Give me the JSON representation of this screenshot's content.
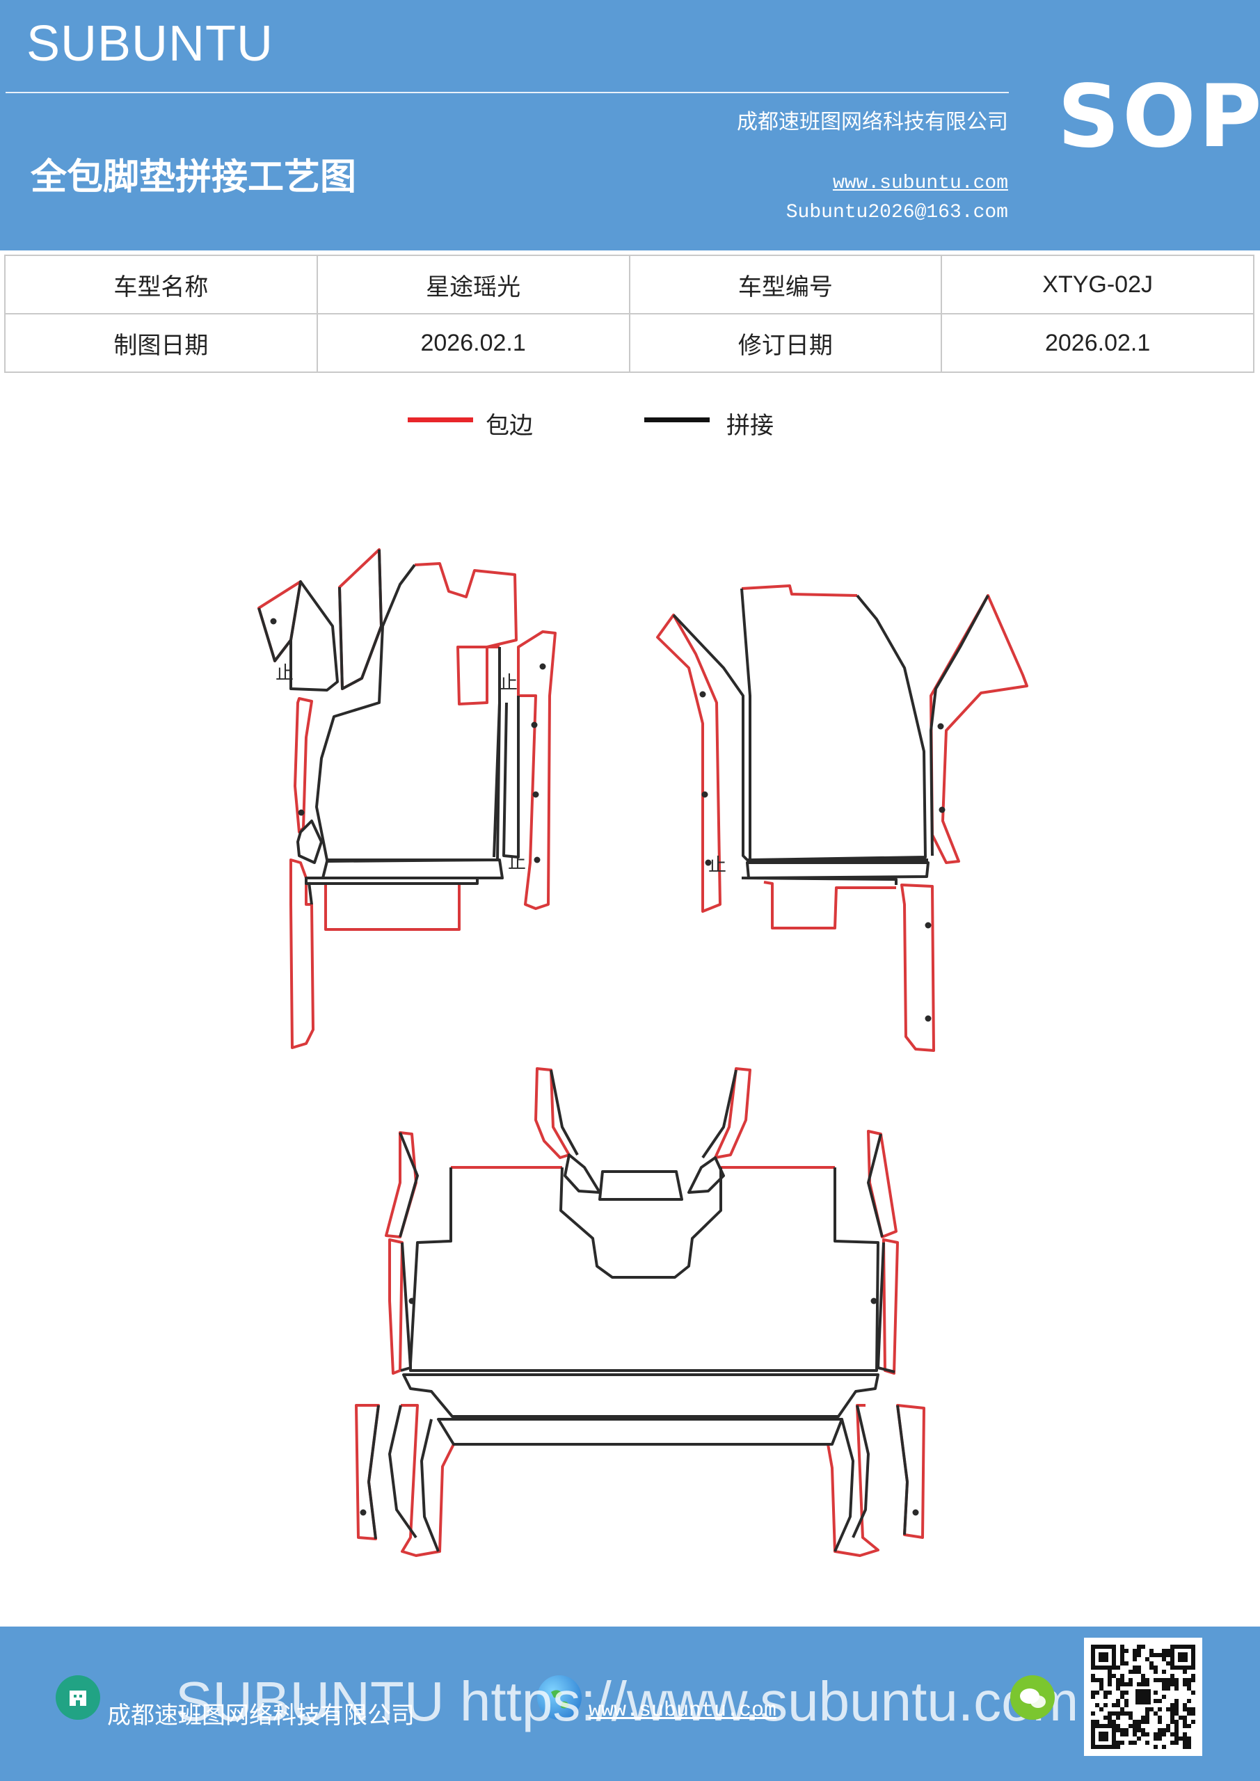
{
  "header": {
    "brand": "SUBUNTU",
    "company": "成都速班图网络科技有限公司",
    "doc_title": "全包脚垫拼接工艺图",
    "website": "www.subuntu.com",
    "email": "Subuntu2026@163.com",
    "badge": "SOP"
  },
  "info_table": {
    "rows": [
      [
        {
          "text": "车型名称",
          "kind": "label"
        },
        {
          "text": "星途瑶光",
          "kind": "value"
        },
        {
          "text": "车型编号",
          "kind": "label"
        },
        {
          "text": "XTYG-02J",
          "kind": "value"
        }
      ],
      [
        {
          "text": "制图日期",
          "kind": "label"
        },
        {
          "text": "2026.02.1",
          "kind": "value"
        },
        {
          "text": "修订日期",
          "kind": "label"
        },
        {
          "text": "2026.02.1",
          "kind": "value"
        }
      ]
    ]
  },
  "legend": {
    "items": [
      {
        "label": "包边",
        "color": "#e8262a"
      },
      {
        "label": "拼接",
        "color": "#111111"
      }
    ]
  },
  "diagram": {
    "edge_color": "#d9393b",
    "seam_color": "#2a2a2a",
    "marks": [
      "止",
      "止",
      "止",
      "止"
    ]
  },
  "footer": {
    "company": "成都速班图网络科技有限公司",
    "website": "www.subuntu.com",
    "watermark": "SUBUNTU https://www.subuntu.com",
    "icons": [
      "building-icon",
      "globe-icon",
      "wechat-icon",
      "qr-code"
    ]
  }
}
